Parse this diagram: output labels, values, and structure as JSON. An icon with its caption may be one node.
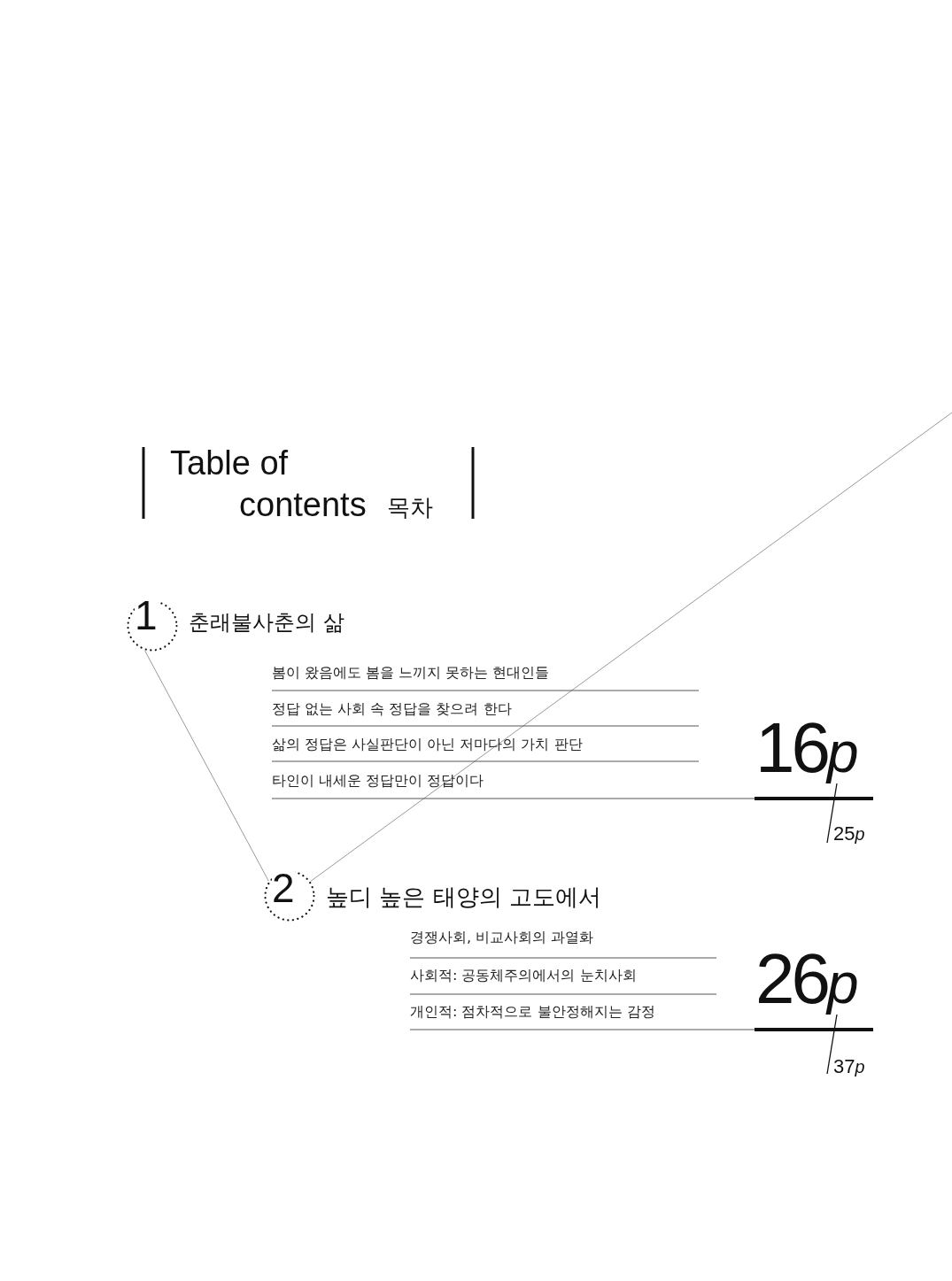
{
  "diagram": {
    "title": "Table of contents",
    "nodes": [
      {
        "text": [
          "1"
        ],
        "beside": [
          "춘래불사춘의 삶"
        ]
      },
      {
        "text": [
          "2"
        ],
        "beside": [
          "높디 높은 태양의 고도에서"
        ]
      }
    ],
    "edges": [
      {
        "from": 0,
        "to": 1,
        "arrow": "none"
      },
      {
        "from": 1,
        "to": null,
        "arrow": "none"
      }
    ],
    "labels": [
      "목차",
      "봄이 왔음에도 봄을 느끼지 못하는 현대인들",
      "정답 없는 사회 속 정답을 찾으려 한다",
      "삶의 정답은 사실판단이 아닌 저마다의 가치 판단",
      "타인이 내세운 정답만이 정답이다",
      "16p",
      "25p",
      "경쟁사회, 비교사회의 과열화",
      "사회적: 공동체주의에서의 눈치사회",
      "개인적: 점차적으로 불안정해지는 감정",
      "26p",
      "37p"
    ]
  }
}
